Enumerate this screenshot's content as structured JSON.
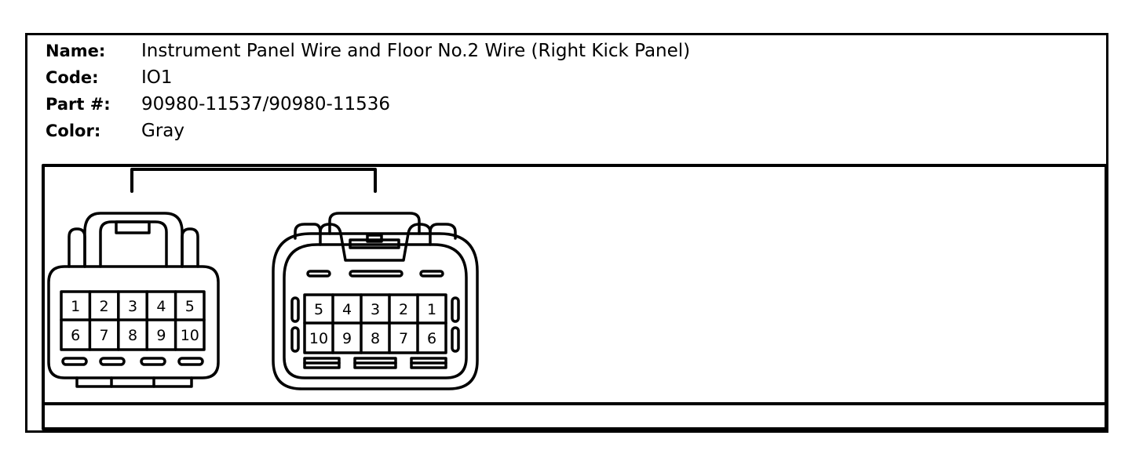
{
  "header": {
    "name_label": "Name:",
    "name_value": "Instrument Panel Wire and Floor No.2 Wire (Right Kick Panel)",
    "code_label": "Code:",
    "code_value": "IO1",
    "part_label": "Part #:",
    "part_value": "90980-11537/90980-11536",
    "color_label": "Color:",
    "color_value": "Gray"
  },
  "connectors": {
    "left": {
      "row1": [
        "1",
        "2",
        "3",
        "4",
        "5"
      ],
      "row2": [
        "6",
        "7",
        "8",
        "9",
        "10"
      ]
    },
    "right": {
      "row1": [
        "5",
        "4",
        "3",
        "2",
        "1"
      ],
      "row2": [
        "10",
        "9",
        "8",
        "7",
        "6"
      ]
    }
  }
}
